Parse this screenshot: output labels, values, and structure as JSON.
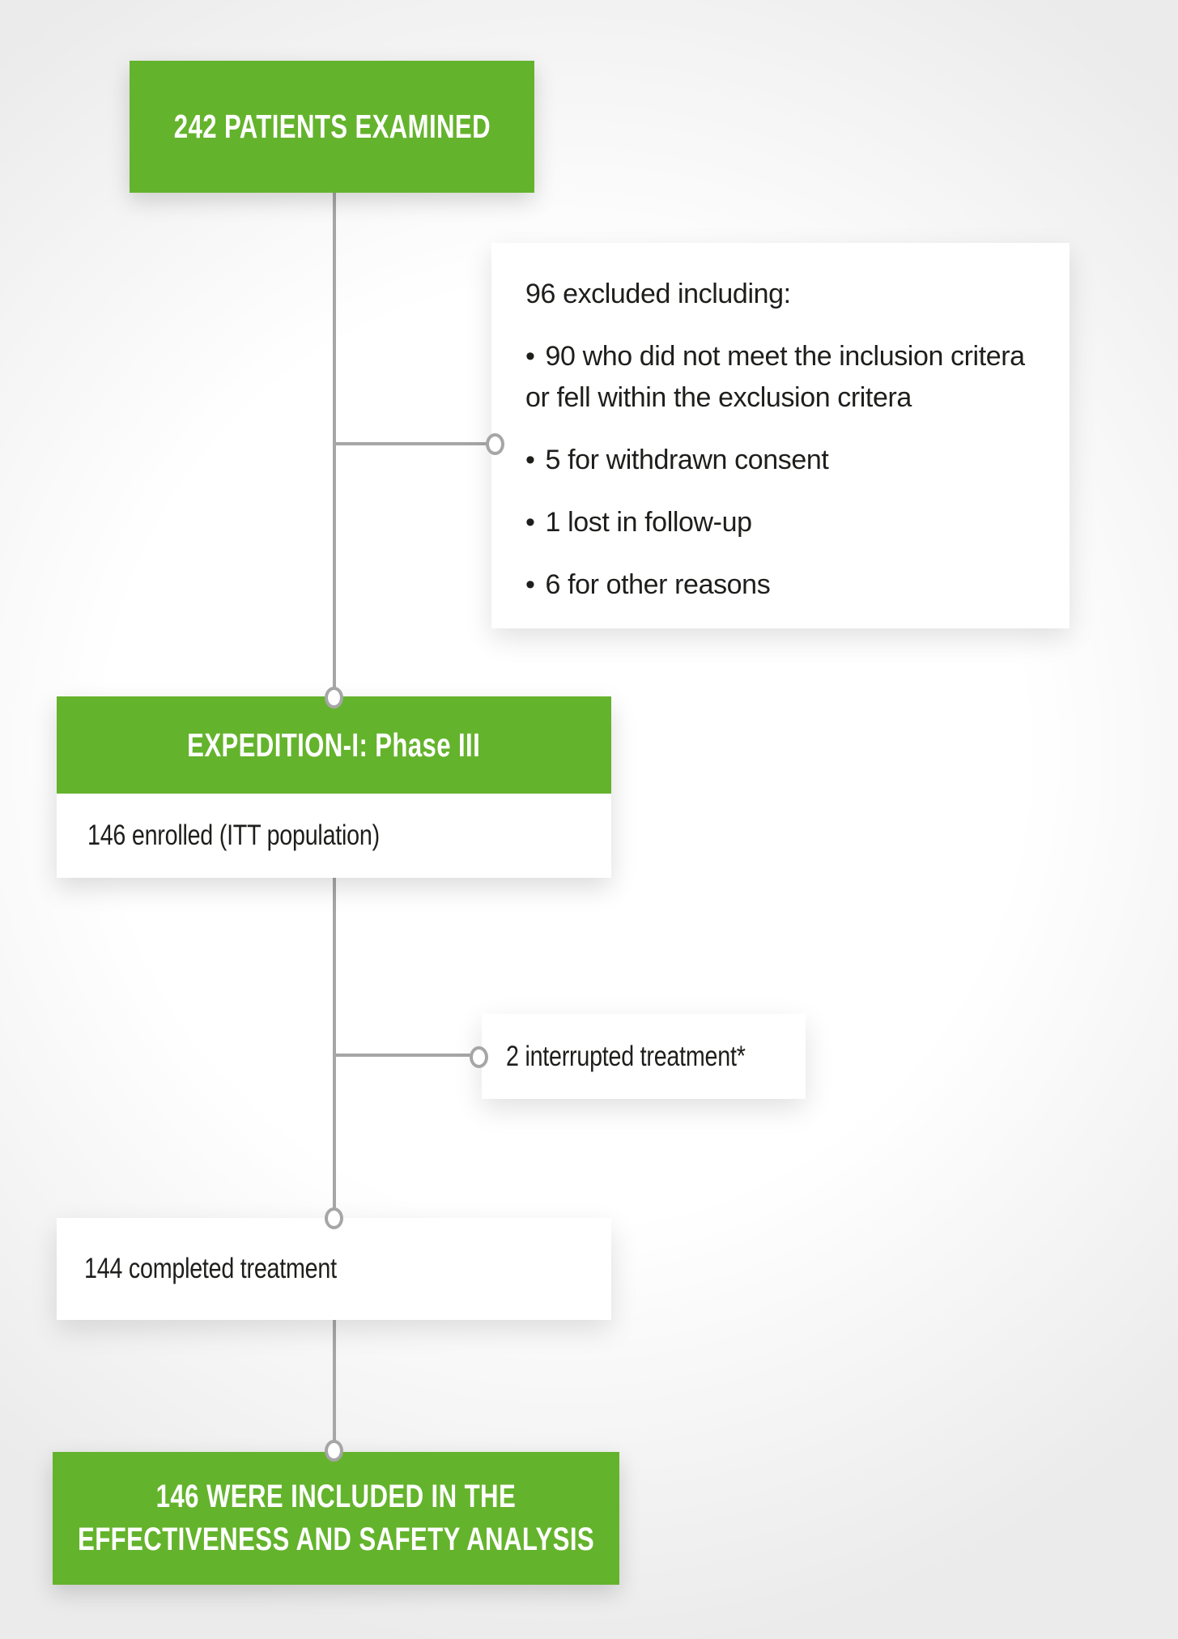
{
  "flowchart": {
    "examined": {
      "label": "242 PATIENTS EXAMINED"
    },
    "excluded": {
      "title": "96 excluded including:",
      "bullet_char": "•",
      "bullets": [
        "90 who did not meet the inclusion critera or fell within the exclusion critera",
        "5 for withdrawn consent",
        "1 lost in follow-up",
        "6 for other reasons"
      ]
    },
    "expedition": {
      "header": "EXPEDITION-I: Phase III",
      "body": "146 enrolled (ITT population)"
    },
    "interrupted": {
      "label": "2 interrupted treatment*"
    },
    "completed": {
      "label": "144 completed treatment"
    },
    "included": {
      "lines": [
        "146 WERE INCLUDED IN THE",
        "EFFECTIVENESS AND SAFETY ANALYSIS"
      ]
    }
  },
  "colors": {
    "green": "#64b32c",
    "connector_gray": "#a6a6a6",
    "text": "#1e1e1c"
  }
}
